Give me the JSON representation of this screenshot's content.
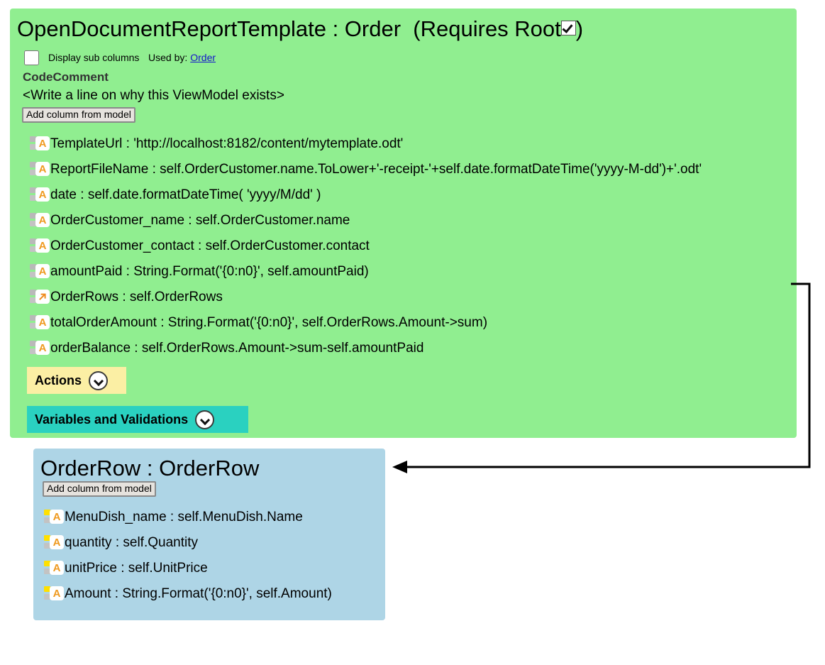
{
  "viewmodel_panel": {
    "title_main": "OpenDocumentReportTemplate : Order",
    "title_requires_root": "(Requires Root",
    "title_paren_close": ")",
    "requires_root_checked": true,
    "display_sub_columns_label": "Display sub columns",
    "display_sub_columns_checked": false,
    "used_by_label": "Used by:",
    "used_by_link": "Order",
    "code_comment_label": "CodeComment",
    "code_comment_text": "<Write a line on why this ViewModel exists>",
    "add_column_button": "Add column from model",
    "background_color": "#90ee90",
    "columns": [
      {
        "icon": "attribute-icon",
        "marker": "gray",
        "text": "TemplateUrl : 'http://localhost:8182/content/mytemplate.odt'"
      },
      {
        "icon": "attribute-icon",
        "marker": "gray",
        "text": "ReportFileName : self.OrderCustomer.name.ToLower+'-receipt-'+self.date.formatDateTime('yyyy-M-dd')+'.odt'"
      },
      {
        "icon": "attribute-icon",
        "marker": "gray",
        "text": "date : self.date.formatDateTime( 'yyyy/M/dd' )"
      },
      {
        "icon": "attribute-icon",
        "marker": "gray",
        "text": "OrderCustomer_name : self.OrderCustomer.name"
      },
      {
        "icon": "attribute-icon",
        "marker": "gray",
        "text": "OrderCustomer_contact : self.OrderCustomer.contact"
      },
      {
        "icon": "attribute-icon",
        "marker": "gray",
        "text": "amountPaid : String.Format('{0:n0}', self.amountPaid)"
      },
      {
        "icon": "reference-arrow-icon",
        "marker": "gray",
        "text": "OrderRows : self.OrderRows"
      },
      {
        "icon": "attribute-icon",
        "marker": "gray",
        "text": "totalOrderAmount : String.Format('{0:n0}', self.OrderRows.Amount->sum)"
      },
      {
        "icon": "attribute-icon",
        "marker": "gray",
        "text": "orderBalance : self.OrderRows.Amount->sum-self.amountPaid"
      }
    ],
    "sections": [
      {
        "label": "Actions",
        "color": "#fbefa4",
        "expanded": false
      },
      {
        "label": "Variables and Validations",
        "color": "#2ad1c0",
        "expanded": false
      }
    ]
  },
  "orderrow_panel": {
    "title": "OrderRow : OrderRow",
    "add_column_button": "Add column from model",
    "background_color": "#aed5e6",
    "columns": [
      {
        "icon": "attribute-icon",
        "marker": "yellow",
        "text": "MenuDish_name : self.MenuDish.Name"
      },
      {
        "icon": "attribute-icon",
        "marker": "yellow",
        "text": "quantity : self.Quantity"
      },
      {
        "icon": "attribute-icon",
        "marker": "yellow",
        "text": "unitPrice : self.UnitPrice"
      },
      {
        "icon": "attribute-icon",
        "marker": "yellow",
        "text": "Amount : String.Format('{0:n0}', self.Amount)"
      }
    ]
  },
  "connector": {
    "name": "orderrows-to-orderrow-arrow",
    "from": "OrderRows",
    "to": "OrderRow"
  }
}
